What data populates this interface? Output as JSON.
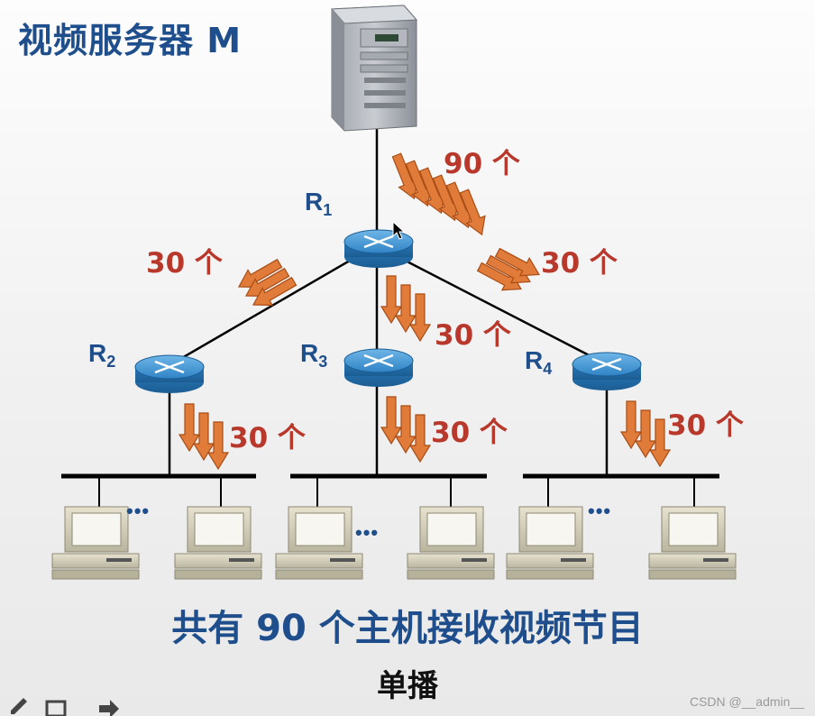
{
  "title": "视频服务器 M",
  "caption": "共有 90 个主机接收视频节目",
  "subcaption": "单播",
  "routers": [
    {
      "base": "R",
      "sub": "1"
    },
    {
      "base": "R",
      "sub": "2"
    },
    {
      "base": "R",
      "sub": "3"
    },
    {
      "base": "R",
      "sub": "4"
    }
  ],
  "flow_labels": {
    "server_to_r1": "90 个",
    "r1_to_r2": "30 个",
    "r1_to_r3": "30 个",
    "r1_to_r4": "30 个",
    "r2_to_lan": "30 个",
    "r3_to_lan": "30 个",
    "r4_to_lan": "30 个"
  },
  "ellipsis": "•••",
  "watermark": "CSDN @__admin__",
  "colors": {
    "title_blue": "#1f4e8c",
    "count_red": "#b8392b",
    "arrow_orange": "#e07b39",
    "router_blue": "#3a8fd0"
  }
}
